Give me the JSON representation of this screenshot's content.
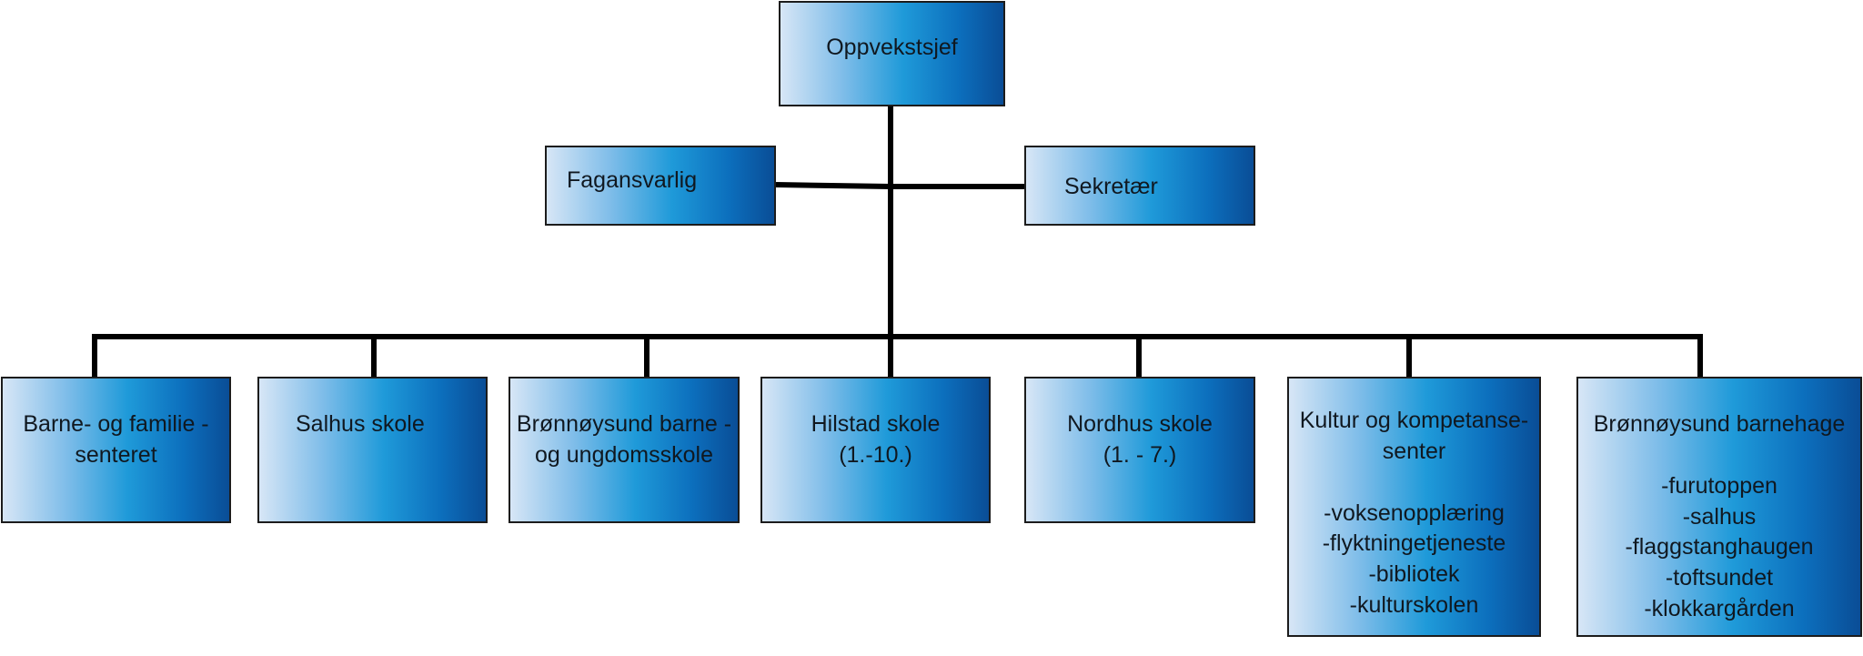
{
  "diagram": {
    "root": {
      "label": "Oppvekstsjef"
    },
    "staff": [
      {
        "label": "Fagansvarlig"
      },
      {
        "label": "Sekretær"
      }
    ],
    "units": [
      {
        "lines": [
          "Barne- og familie -",
          "senteret"
        ]
      },
      {
        "lines": [
          "Salhus skole"
        ]
      },
      {
        "lines": [
          "Brønnøysund barne -",
          "og ungdomsskole"
        ]
      },
      {
        "lines": [
          "Hilstad skole",
          "(1.-10.)"
        ]
      },
      {
        "lines": [
          "Nordhus skole",
          "(1. - 7.)"
        ]
      },
      {
        "lines": [
          "Kultur og kompetanse-",
          "senter"
        ],
        "sublines": [
          "-voksenopplæring",
          "-flyktningetjeneste",
          "-bibliotek",
          "-kulturskolen"
        ]
      },
      {
        "lines": [
          "Brønnøysund barnehage"
        ],
        "sublines": [
          "-furutoppen",
          "-salhus",
          "-flaggstanghaugen",
          "-toftsundet",
          "-klokkargården"
        ]
      }
    ]
  },
  "colors": {
    "gradient_light": "#d7e6f6",
    "gradient_mid": "#1f9ad9",
    "gradient_dark": "#0a4d96",
    "line": "#000000",
    "text": "#101820"
  }
}
